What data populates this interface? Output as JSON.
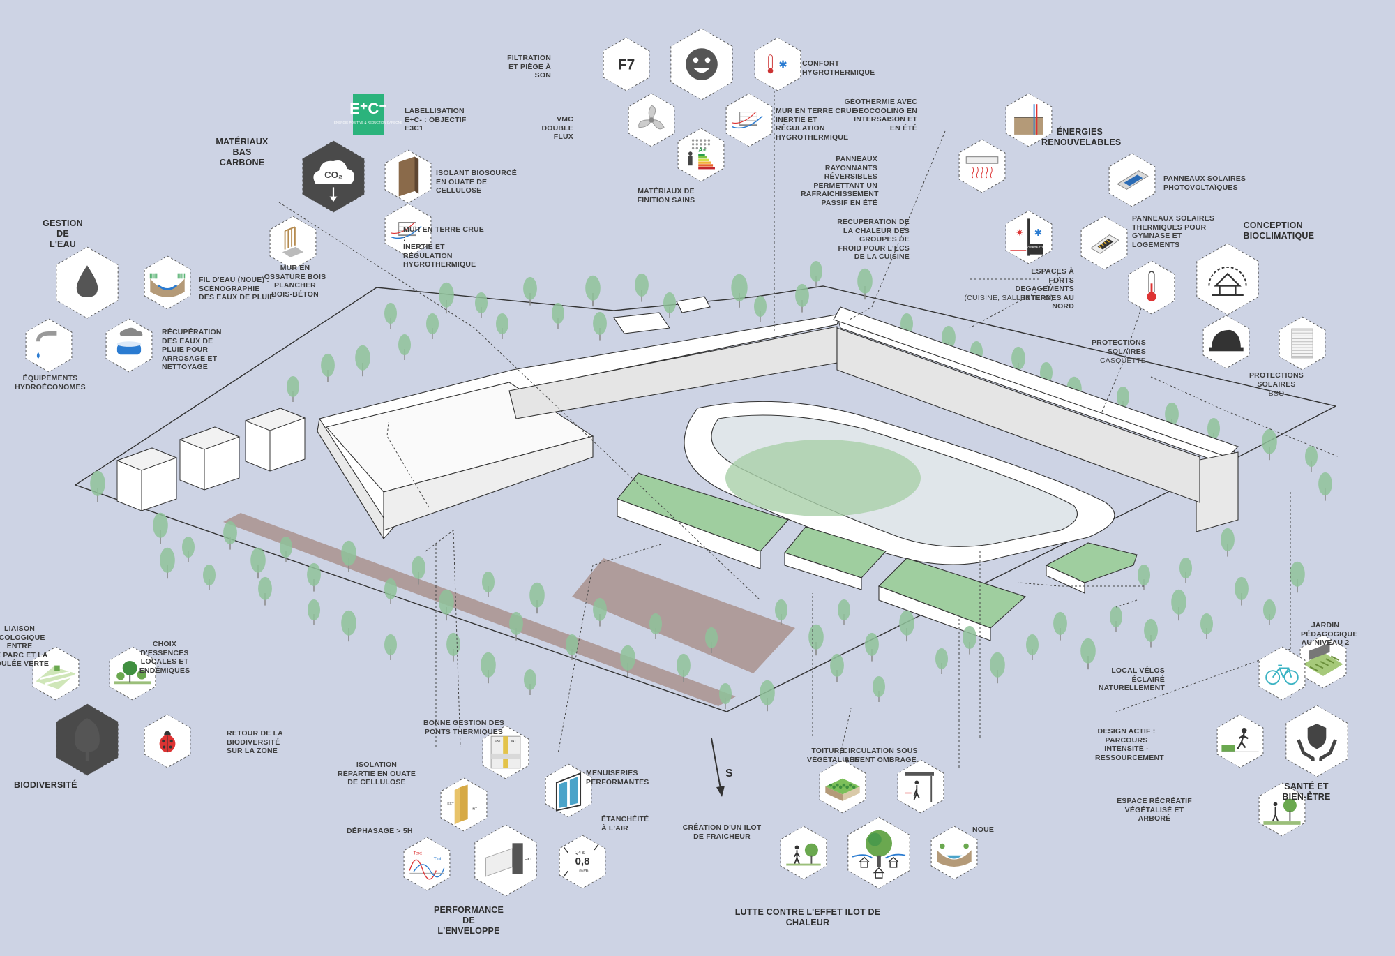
{
  "colors": {
    "background": "#cdd3e4",
    "green": "#8fc29a",
    "green_roof": "#9fce9f",
    "field": "#a9928e",
    "hex_fill": "#ffffff",
    "hex_stroke": "#555555"
  },
  "compass_label": "S",
  "callouts": [
    {
      "id": "filtration",
      "text": "FILTRATION\nET PIÈGE À\nSON"
    },
    {
      "id": "confort-hygro",
      "text": "CONFORT\nHYGROTHERMIQUE"
    },
    {
      "id": "vmc",
      "text": "VMC\nDOUBLE\nFLUX"
    },
    {
      "id": "mur-terre-top",
      "text": "MUR EN TERRE CRUE :\nINERTIE ET\nRÉGULATION\nHYGROTHERMIQUE"
    },
    {
      "id": "materiaux-finition",
      "text": "MATÉRIAUX DE\nFINITION SAINS"
    },
    {
      "id": "labellisation",
      "text": "LABELLISATION\nE+C- : OBJECTIF\nE3C1"
    },
    {
      "id": "materiaux-bas-carbone",
      "text": "MATÉRIAUX BAS\nCARBONE"
    },
    {
      "id": "isolant-biosource",
      "text": "ISOLANT BIOSOURCÉ\nEN OUATE DE\nCELLULOSE"
    },
    {
      "id": "mur-terre-left",
      "text": "MUR EN TERRE CRUE :\nINERTIE ET\nRÉGULATION\nHYGROTHERMIQUE"
    },
    {
      "id": "mur-ossature",
      "text": "MUR EN\nOSSATURE BOIS\nPLANCHER\nBOIS-BÉTON"
    },
    {
      "id": "gestion-eau",
      "text": "GESTION DE\nL'EAU"
    },
    {
      "id": "fil-eau",
      "text": "FIL D'EAU (NOUE) :\nSCÉNOGRAPHIE\nDES EAUX DE PLUIE"
    },
    {
      "id": "recuperation-eaux",
      "text": "RÉCUPÉRATION\nDES EAUX DE\nPLUIE POUR\nARROSAGE ET\nNETTOYAGE"
    },
    {
      "id": "equipements",
      "text": "ÉQUIPEMENTS\nHYDROÉCONOMES"
    },
    {
      "id": "geothermie",
      "text": "GÉOTHERMIE AVEC\nGEOCOOLING EN\nINTERSAISON ET\nEN ÉTÉ"
    },
    {
      "id": "energies",
      "text": "ÉNERGIES\nRENOUVELABLES"
    },
    {
      "id": "panneaux-rayonnants",
      "text": "PANNEAUX\nRAYONNANTS\nRÉVERSIBLES\nPERMETTANT UN\nRAFRAICHISSEMENT\nPASSIF EN ÉTÉ"
    },
    {
      "id": "panneaux-pv",
      "text": "PANNEAUX SOLAIRES\nPHOTOVOLTAÏQUES"
    },
    {
      "id": "recuperation-chaleur",
      "text": "RÉCUPÉRATION DE\nLA CHALEUR DES\nGROUPES DE\nFROID POUR L'ECS\nDE LA CUISINE"
    },
    {
      "id": "panneaux-thermiques",
      "text": "PANNEAUX SOLAIRES\nTHERMIQUES POUR\nGYMNASE ET\nLOGEMENTS"
    },
    {
      "id": "conception-bio",
      "text": "CONCEPTION\nBIOCLIMATIQUE"
    },
    {
      "id": "espaces-forts",
      "text": "ESPACES À FORTS\nDÉGAGEMENTS\nINTERNES AU NORD"
    },
    {
      "id": "espaces-forts-sub",
      "text": "(CUISINE, SALLES INFO)"
    },
    {
      "id": "protections-casquette",
      "text": "PROTECTIONS\nSOLAIRES"
    },
    {
      "id": "protections-casquette-sub",
      "text": "CASQUETTE"
    },
    {
      "id": "protections-bso",
      "text": "PROTECTIONS\nSOLAIRES"
    },
    {
      "id": "protections-bso-sub",
      "text": "BSO"
    },
    {
      "id": "liaison",
      "text": "LIAISON\nÉCOLOGIQUE ENTRE\nLE PARC ET LA\nCOULÉE VERTE"
    },
    {
      "id": "choix-essences",
      "text": "CHOIX\nD'ESSENCES\nLOCALES ET\nENDÉMIQUES"
    },
    {
      "id": "retour-biodiv",
      "text": "RETOUR DE LA\nBIODIVERSITÉ\nSUR LA ZONE"
    },
    {
      "id": "biodiversite",
      "text": "BIODIVERSITÉ"
    },
    {
      "id": "bonne-gestion",
      "text": "BONNE GESTION DES\nPONTS THERMIQUES"
    },
    {
      "id": "isolation-repartie",
      "text": "ISOLATION\nRÉPARTIE EN OUATE\nDE CELLULOSE"
    },
    {
      "id": "menuiseries",
      "text": "MENUISERIES\nPERFORMANTES"
    },
    {
      "id": "dephasage",
      "text": "DÉPHASAGE > 5H"
    },
    {
      "id": "etancheite",
      "text": "ÉTANCHÉITÉ\nÀ L'AIR"
    },
    {
      "id": "performance",
      "text": "PERFORMANCE\nDE L'ENVELOPPE"
    },
    {
      "id": "toiture",
      "text": "TOITURE\nVÉGÉTALISÉE"
    },
    {
      "id": "circulation",
      "text": "CIRCULATION SOUS\nAUVENT OMBRAGÉ"
    },
    {
      "id": "creation-ilot",
      "text": "CRÉATION D'UN ILOT\nDE FRAICHEUR"
    },
    {
      "id": "noue",
      "text": "NOUE"
    },
    {
      "id": "lutte",
      "text": "LUTTE CONTRE L'EFFET ILOT DE\nCHALEUR"
    },
    {
      "id": "jardin",
      "text": "JARDIN\nPÉDAGOGIQUE\nAU NIVEAU 2"
    },
    {
      "id": "local-velos",
      "text": "LOCAL VÉLOS\nÉCLAIRÉ\nNATURELLEMENT"
    },
    {
      "id": "design-actif",
      "text": "DESIGN ACTIF :\nPARCOURS\nINTENSITÉ -\nRESSOURCEMENT"
    },
    {
      "id": "sante",
      "text": "SANTÉ ET\nBIEN-ÊTRE"
    },
    {
      "id": "espace-recreatif",
      "text": "ESPACE RÉCRÉATIF\nVÉGÉTALISÉ ET\nARBORÉ"
    }
  ],
  "icon_texts": {
    "f7": "F7",
    "co2": "CO₂",
    "ec_label": "E⁺C⁻",
    "ec_sub": "ÉNERGIE POSITIVE & RÉDUCTION CARBONE",
    "energy_class": "A+",
    "chambre_froide": "CHAMBRE FROIDE",
    "ext": "EXT",
    "int": "INT",
    "text_label": "Text",
    "tint_label": "Tint",
    "q4_label": "Q4 ≤",
    "q4_value": "0,8",
    "q4_unit": "m³/h"
  },
  "icons": [
    "f7-icon",
    "smiley-icon",
    "thermometer-snow-icon",
    "fan-icon",
    "brick-arrow-icon",
    "paint-drops-icon",
    "ec-label-icon",
    "co2-cloud-icon",
    "insulation-panel-icon",
    "brick-arrow-icon",
    "wood-frame-icon",
    "water-drop-icon",
    "swale-section-icon",
    "faucet-icon",
    "rain-tank-icon",
    "geothermal-probe-icon",
    "sun-icon",
    "lightning-icon",
    "drop-icon",
    "radiant-panel-icon",
    "solar-pv-icon",
    "cold-room-icon",
    "solar-thermal-icon",
    "house-sun-icon",
    "thermometer-icon",
    "cap-icon",
    "blinds-icon",
    "green-corridor-icon",
    "trees-icon",
    "tree-icon",
    "ladybug-icon",
    "thermal-bridge-icon",
    "window-icon",
    "insulation-layer-icon",
    "wall-section-icon",
    "phase-shift-graph-icon",
    "airtightness-icon",
    "green-roof-icon",
    "canopy-walk-icon",
    "walker-tree-icon",
    "tree-houses-icon",
    "swale-icon",
    "garden-terrace-icon",
    "bicycle-icon",
    "runner-icon",
    "shield-hands-icon",
    "walker-park-icon",
    "south-arrow-icon"
  ]
}
